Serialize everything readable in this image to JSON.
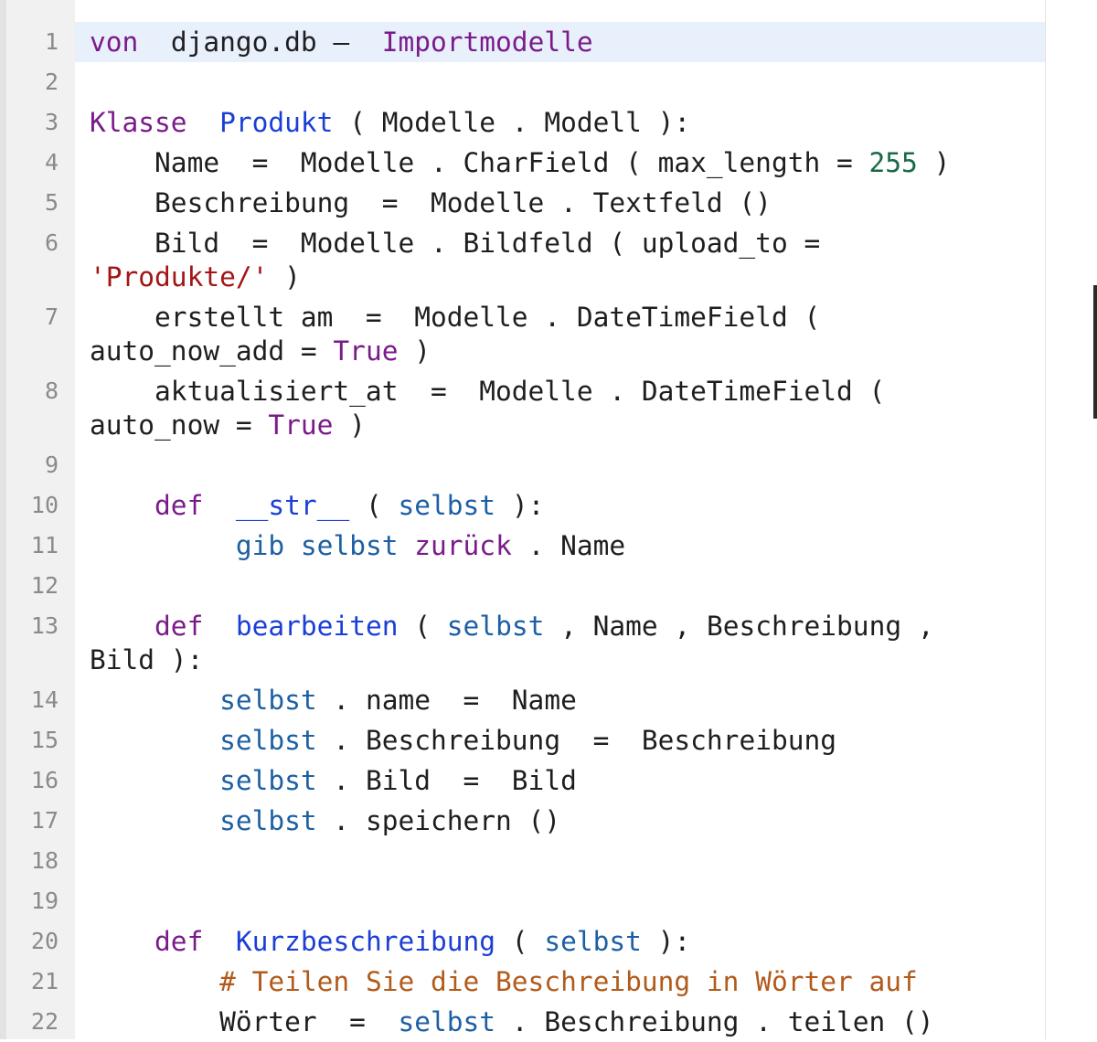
{
  "editor": {
    "active_line": 1,
    "lines": [
      {
        "num": "1",
        "tokens": [
          {
            "t": "von",
            "c": "kw"
          },
          {
            "t": "  django.db –  "
          },
          {
            "t": "Importmodelle",
            "c": "kw"
          }
        ]
      },
      {
        "num": "2",
        "tokens": []
      },
      {
        "num": "3",
        "tokens": [
          {
            "t": "Klasse",
            "c": "kw"
          },
          {
            "t": "  "
          },
          {
            "t": "Produkt",
            "c": "def"
          },
          {
            "t": " ( Modelle . Modell ):"
          }
        ]
      },
      {
        "num": "4",
        "tokens": [
          {
            "t": "    Name  =  Modelle . CharField ( max_length = "
          },
          {
            "t": "255",
            "c": "num"
          },
          {
            "t": " )"
          }
        ]
      },
      {
        "num": "5",
        "tokens": [
          {
            "t": "    Beschreibung  =  Modelle . Textfeld ()"
          }
        ]
      },
      {
        "num": "6",
        "tokens": [
          {
            "t": "    Bild  =  Modelle . Bildfeld ( upload_to ="
          }
        ],
        "cont": [
          {
            "t": "'Produkte/'",
            "c": "str"
          },
          {
            "t": " )"
          }
        ]
      },
      {
        "num": "7",
        "tokens": [
          {
            "t": "    erstellt am  =  Modelle . DateTimeField ("
          }
        ],
        "cont": [
          {
            "t": "auto_now_add = "
          },
          {
            "t": "True",
            "c": "kw"
          },
          {
            "t": " )"
          }
        ]
      },
      {
        "num": "8",
        "tokens": [
          {
            "t": "    aktualisiert_at  =  Modelle . DateTimeField ("
          }
        ],
        "cont": [
          {
            "t": "auto_now = "
          },
          {
            "t": "True",
            "c": "kw"
          },
          {
            "t": " )"
          }
        ]
      },
      {
        "num": "9",
        "tokens": []
      },
      {
        "num": "10",
        "tokens": [
          {
            "t": "    "
          },
          {
            "t": "def",
            "c": "kw"
          },
          {
            "t": "  "
          },
          {
            "t": "__str__",
            "c": "def"
          },
          {
            "t": " ( "
          },
          {
            "t": "selbst",
            "c": "sf"
          },
          {
            "t": " ):"
          }
        ]
      },
      {
        "num": "11",
        "tokens": [
          {
            "t": "         "
          },
          {
            "t": "gib",
            "c": "sf"
          },
          {
            "t": " "
          },
          {
            "t": "selbst",
            "c": "sf"
          },
          {
            "t": " "
          },
          {
            "t": "zurück",
            "c": "kw"
          },
          {
            "t": " . Name"
          }
        ]
      },
      {
        "num": "12",
        "tokens": []
      },
      {
        "num": "13",
        "tokens": [
          {
            "t": "    "
          },
          {
            "t": "def",
            "c": "kw"
          },
          {
            "t": "  "
          },
          {
            "t": "bearbeiten",
            "c": "def"
          },
          {
            "t": " ( "
          },
          {
            "t": "selbst",
            "c": "sf"
          },
          {
            "t": " , Name , Beschreibung ,"
          }
        ],
        "cont": [
          {
            "t": "Bild ):"
          }
        ]
      },
      {
        "num": "14",
        "tokens": [
          {
            "t": "        "
          },
          {
            "t": "selbst",
            "c": "sf"
          },
          {
            "t": " . name  =  Name"
          }
        ]
      },
      {
        "num": "15",
        "tokens": [
          {
            "t": "        "
          },
          {
            "t": "selbst",
            "c": "sf"
          },
          {
            "t": " . Beschreibung  =  Beschreibung"
          }
        ]
      },
      {
        "num": "16",
        "tokens": [
          {
            "t": "        "
          },
          {
            "t": "selbst",
            "c": "sf"
          },
          {
            "t": " . Bild  =  Bild"
          }
        ]
      },
      {
        "num": "17",
        "tokens": [
          {
            "t": "        "
          },
          {
            "t": "selbst",
            "c": "sf"
          },
          {
            "t": " . speichern ()"
          }
        ]
      },
      {
        "num": "18",
        "tokens": []
      },
      {
        "num": "19",
        "tokens": []
      },
      {
        "num": "20",
        "tokens": [
          {
            "t": "    "
          },
          {
            "t": "def",
            "c": "kw"
          },
          {
            "t": "  "
          },
          {
            "t": "Kurzbeschreibung",
            "c": "def"
          },
          {
            "t": " ( "
          },
          {
            "t": "selbst",
            "c": "sf"
          },
          {
            "t": " ):"
          }
        ]
      },
      {
        "num": "21",
        "tokens": [
          {
            "t": "        "
          },
          {
            "t": "# Teilen Sie die Beschreibung in Wörter auf",
            "c": "cm"
          }
        ]
      },
      {
        "num": "22",
        "tokens": [
          {
            "t": "        Wörter  =  "
          },
          {
            "t": "selbst",
            "c": "sf"
          },
          {
            "t": " . Beschreibung . teilen ()"
          }
        ]
      }
    ]
  }
}
